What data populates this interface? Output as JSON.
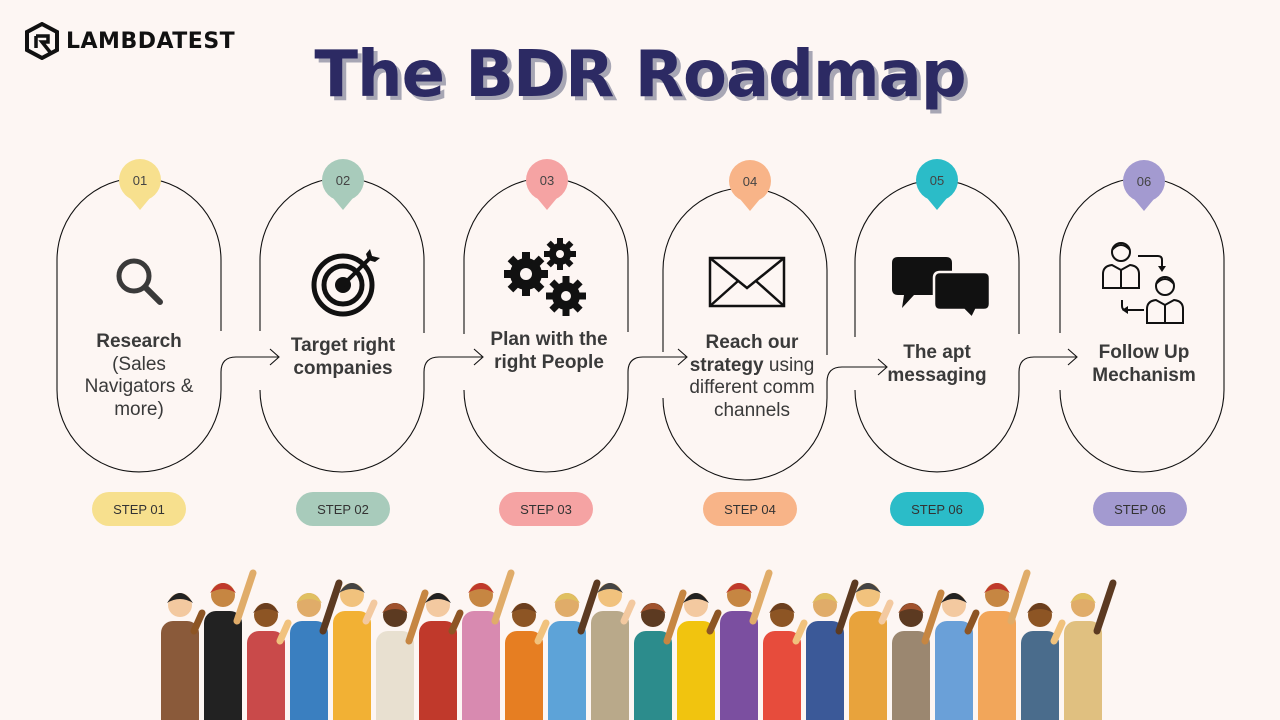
{
  "brand": {
    "name": "LAMBDATEST"
  },
  "title": "The BDR Roadmap",
  "steps": [
    {
      "number": "01",
      "title": "Research",
      "desc": "(Sales Navigators & more)",
      "badge": "STEP 01",
      "color": "#f7e08e",
      "icon": "search-icon"
    },
    {
      "number": "02",
      "title": "Target right companies",
      "desc": "",
      "badge": "STEP 02",
      "color": "#a8cbbb",
      "icon": "target-icon"
    },
    {
      "number": "03",
      "title": "Plan with the right People",
      "desc": "",
      "badge": "STEP 03",
      "color": "#f5a3a3",
      "icon": "gears-icon"
    },
    {
      "number": "04",
      "title": "Reach our strategy",
      "desc": "using different comm channels",
      "badge": "STEP 04",
      "color": "#f8b488",
      "icon": "envelope-icon"
    },
    {
      "number": "05",
      "title": "The apt messaging",
      "desc": "",
      "badge": "STEP 06",
      "color": "#2bbcc8",
      "icon": "chat-icon"
    },
    {
      "number": "06",
      "title": "Follow Up Mechanism",
      "desc": "",
      "badge": "STEP 06",
      "color": "#a39ad0",
      "icon": "follow-up-icon"
    }
  ]
}
